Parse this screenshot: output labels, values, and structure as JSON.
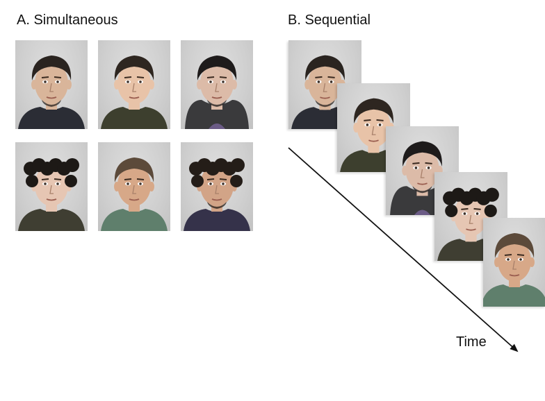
{
  "panel_a": {
    "title": "A. Simultaneous"
  },
  "panel_b": {
    "title": "B. Sequential"
  },
  "time_label": "Time",
  "faces": [
    {
      "id": 1,
      "hair": "#2a2420",
      "skin": "#d9b59a",
      "shirt": "#2b2d35",
      "beard": true,
      "curly": false,
      "hood": false
    },
    {
      "id": 2,
      "hair": "#2e2620",
      "skin": "#e8c3a8",
      "shirt": "#3d3f2e",
      "beard": false,
      "curly": false,
      "hood": false
    },
    {
      "id": 3,
      "hair": "#1e1b1b",
      "skin": "#dcbba8",
      "shirt": "#3a3a3c",
      "beard": true,
      "curly": false,
      "hood": true
    },
    {
      "id": 4,
      "hair": "#1d1916",
      "skin": "#e6c6b3",
      "shirt": "#3f3e32",
      "beard": false,
      "curly": true,
      "hood": false
    },
    {
      "id": 5,
      "hair": "#5c4a3a",
      "skin": "#d7a888",
      "shirt": "#5f7f6c",
      "beard": false,
      "curly": false,
      "hood": false
    },
    {
      "id": 6,
      "hair": "#241d18",
      "skin": "#d2a487",
      "shirt": "#35324a",
      "beard": true,
      "curly": true,
      "hood": false
    }
  ]
}
